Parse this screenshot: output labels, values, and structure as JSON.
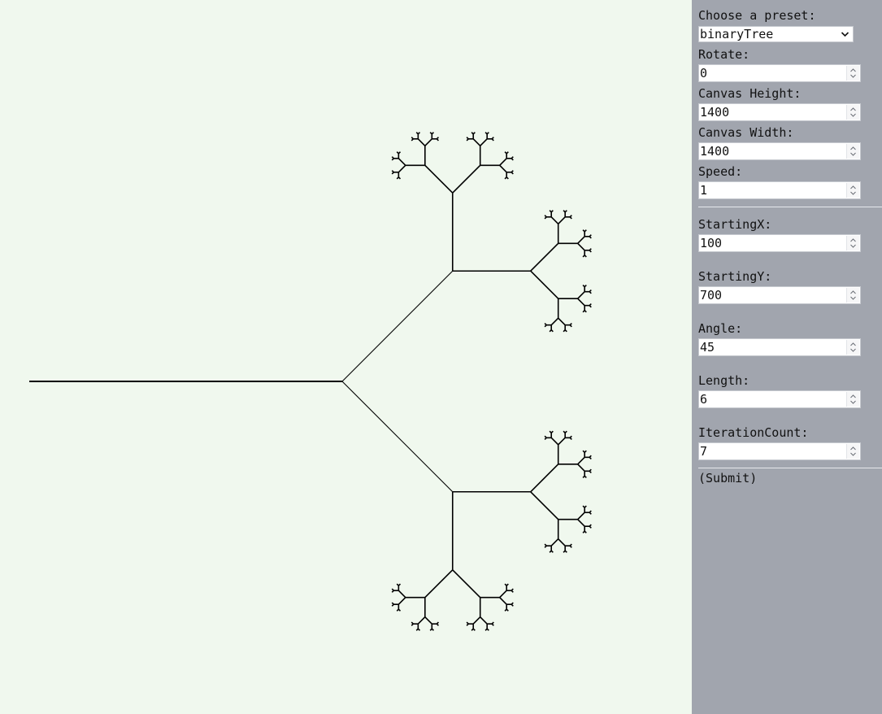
{
  "colors": {
    "canvas_bg": "#f0f8ee",
    "panel_bg": "#a1a5ae",
    "stroke": "#000000"
  },
  "panel": {
    "preset_label": "Choose a preset:",
    "preset_value": "binaryTree",
    "rotate_label": "Rotate:",
    "rotate_value": "0",
    "canvas_height_label": "Canvas Height:",
    "canvas_height_value": "1400",
    "canvas_width_label": "Canvas Width:",
    "canvas_width_value": "1400",
    "speed_label": "Speed:",
    "speed_value": "1",
    "starting_x_label": "StartingX:",
    "starting_x_value": "100",
    "starting_y_label": "StartingY:",
    "starting_y_value": "700",
    "angle_label": "Angle:",
    "angle_value": "45",
    "length_label": "Length:",
    "length_value": "6",
    "iteration_count_label": "IterationCount:",
    "iteration_count_value": "7",
    "submit_label": "(Submit)"
  },
  "fractal": {
    "preset": "binaryTree",
    "angle_deg": 45,
    "iterations": 7
  }
}
